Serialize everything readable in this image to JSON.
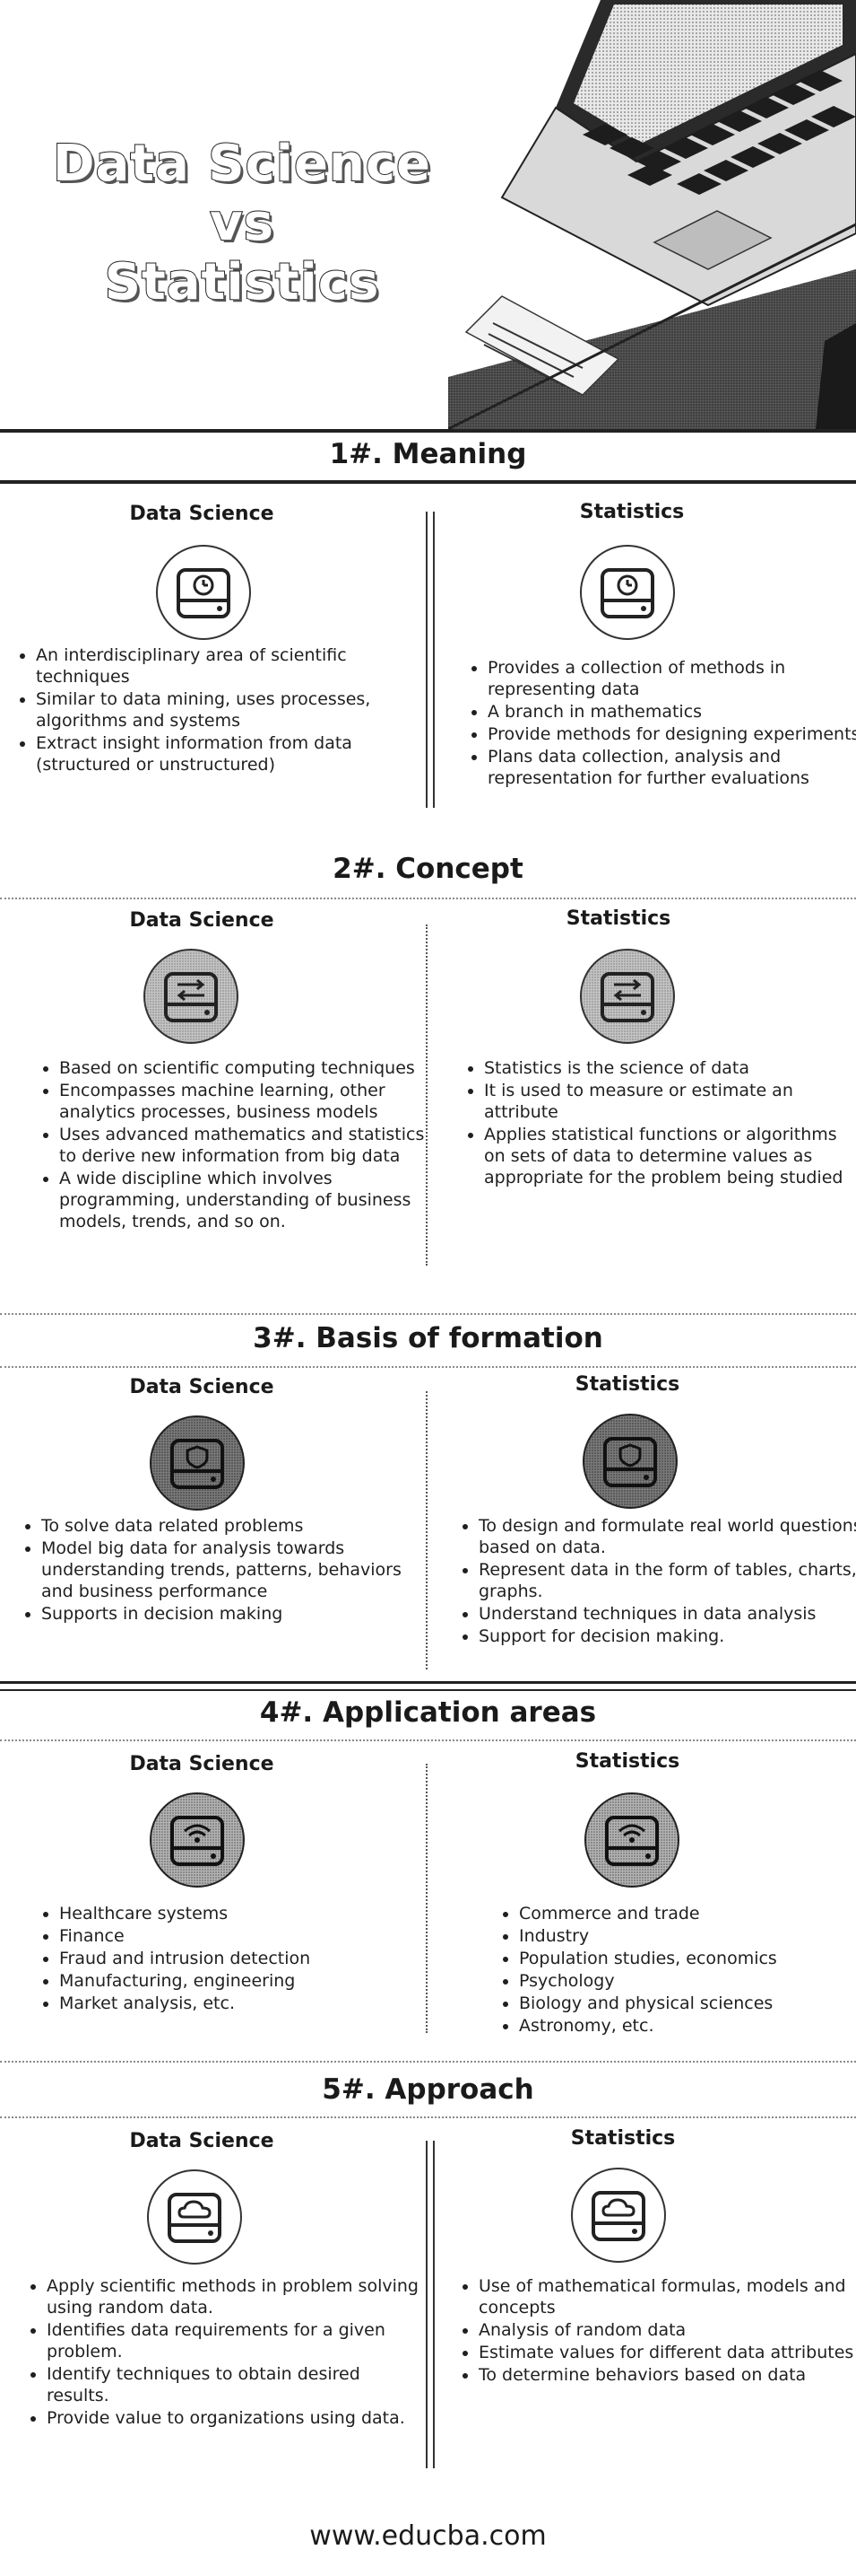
{
  "header": {
    "title_line1": "Data Science vs",
    "title_line2": "Statistics"
  },
  "sections": [
    {
      "title": "1#. Meaning",
      "left": {
        "heading": "Data Science",
        "icon": "clock-monitor-icon",
        "points": [
          "An interdisciplinary area of scientific techniques",
          "Similar to data mining, uses processes, algorithms and systems",
          "Extract insight information from data (structured or unstructured)"
        ]
      },
      "right": {
        "heading": "Statistics",
        "icon": "clock-monitor-icon",
        "points": [
          "Provides a collection of methods in representing data",
          "A branch in mathematics",
          "Provide methods for designing experiments",
          "Plans data collection, analysis and representation for further evaluations"
        ]
      }
    },
    {
      "title": "2#. Concept",
      "left": {
        "heading": "Data Science",
        "icon": "exchange-arrows-icon",
        "points": [
          "Based on scientific computing techniques",
          "Encompasses machine learning, other analytics processes, business models",
          "Uses advanced mathematics and statistics to derive new information from big data",
          "A wide discipline which involves programming, understanding of business models, trends, and so on."
        ]
      },
      "right": {
        "heading": "Statistics",
        "icon": "exchange-arrows-icon",
        "points": [
          "Statistics is the science of data",
          "It is used to measure or estimate an attribute",
          "Applies statistical functions or algorithms on sets of data to determine values as appropriate for the problem being studied"
        ]
      }
    },
    {
      "title": "3#. Basis of formation",
      "left": {
        "heading": "Data Science",
        "icon": "shield-icon",
        "points": [
          "To solve data related problems",
          "Model big data for analysis towards understanding trends, patterns, behaviors and business performance",
          "Supports in decision making"
        ]
      },
      "right": {
        "heading": "Statistics",
        "icon": "shield-icon",
        "points": [
          "To design and formulate real world questions based on data.",
          "Represent data in the form of tables, charts, graphs.",
          "Understand techniques in data analysis",
          "Support for decision making."
        ]
      }
    },
    {
      "title": "4#. Application areas",
      "left": {
        "heading": "Data Science",
        "icon": "wifi-icon",
        "points": [
          "Healthcare systems",
          "Finance",
          "Fraud and intrusion detection",
          "Manufacturing, engineering",
          "Market analysis, etc."
        ]
      },
      "right": {
        "heading": "Statistics",
        "icon": "wifi-icon",
        "points": [
          "Commerce and trade",
          "Industry",
          "Population studies, economics",
          "Psychology",
          "Biology and physical sciences",
          "Astronomy, etc."
        ]
      }
    },
    {
      "title": "5#. Approach",
      "left": {
        "heading": "Data Science",
        "icon": "cloud-icon",
        "points": [
          "Apply scientific methods in problem solving using random data.",
          "Identifies data requirements for a given problem.",
          "Identify techniques to obtain desired results.",
          "Provide value to organizations using data."
        ]
      },
      "right": {
        "heading": "Statistics",
        "icon": "cloud-icon",
        "points": [
          "Use of mathematical formulas, models and concepts",
          "Analysis of random data",
          "Estimate values for different data attributes",
          "To determine behaviors based on data"
        ]
      }
    }
  ],
  "footer": {
    "text": "www.educba.com"
  }
}
